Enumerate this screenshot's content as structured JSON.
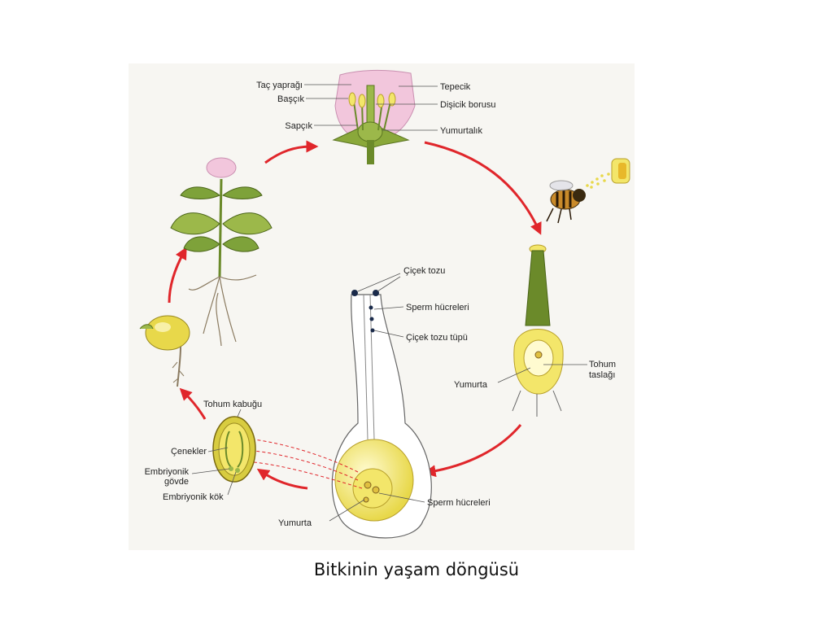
{
  "caption": "Bitkinin yaşam döngüsü",
  "labels": {
    "flower": {
      "petal": "Taç yaprağı",
      "anther": "Başçık",
      "filament": "Sapçık",
      "stigma": "Tepecik",
      "style": "Dişicik borusu",
      "ovary": "Yumurtalık"
    },
    "ovule": {
      "ovule_line1": "Tohum",
      "ovule_line2": "taslağı",
      "egg": "Yumurta"
    },
    "pollen_tube": {
      "pollen": "Çiçek tozu",
      "sperm_cells": "Sperm hücreleri",
      "tube": "Çiçek tozu tüpü",
      "sperm_cells_bottom": "Sperm hücreleri",
      "egg": "Yumurta"
    },
    "seed": {
      "seed_coat": "Tohum kabuğu",
      "cotyledons": "Çenekler",
      "stem_line1": "Embriyonik",
      "stem_line2": "gövde",
      "root": "Embriyonik kök"
    }
  },
  "colors": {
    "arrow": "#e0262b",
    "stem_green": "#6b8a2a",
    "petal_pink": "#f2c6dc",
    "yellow": "#f3e66a",
    "background_panel": "#f7f6f2"
  }
}
